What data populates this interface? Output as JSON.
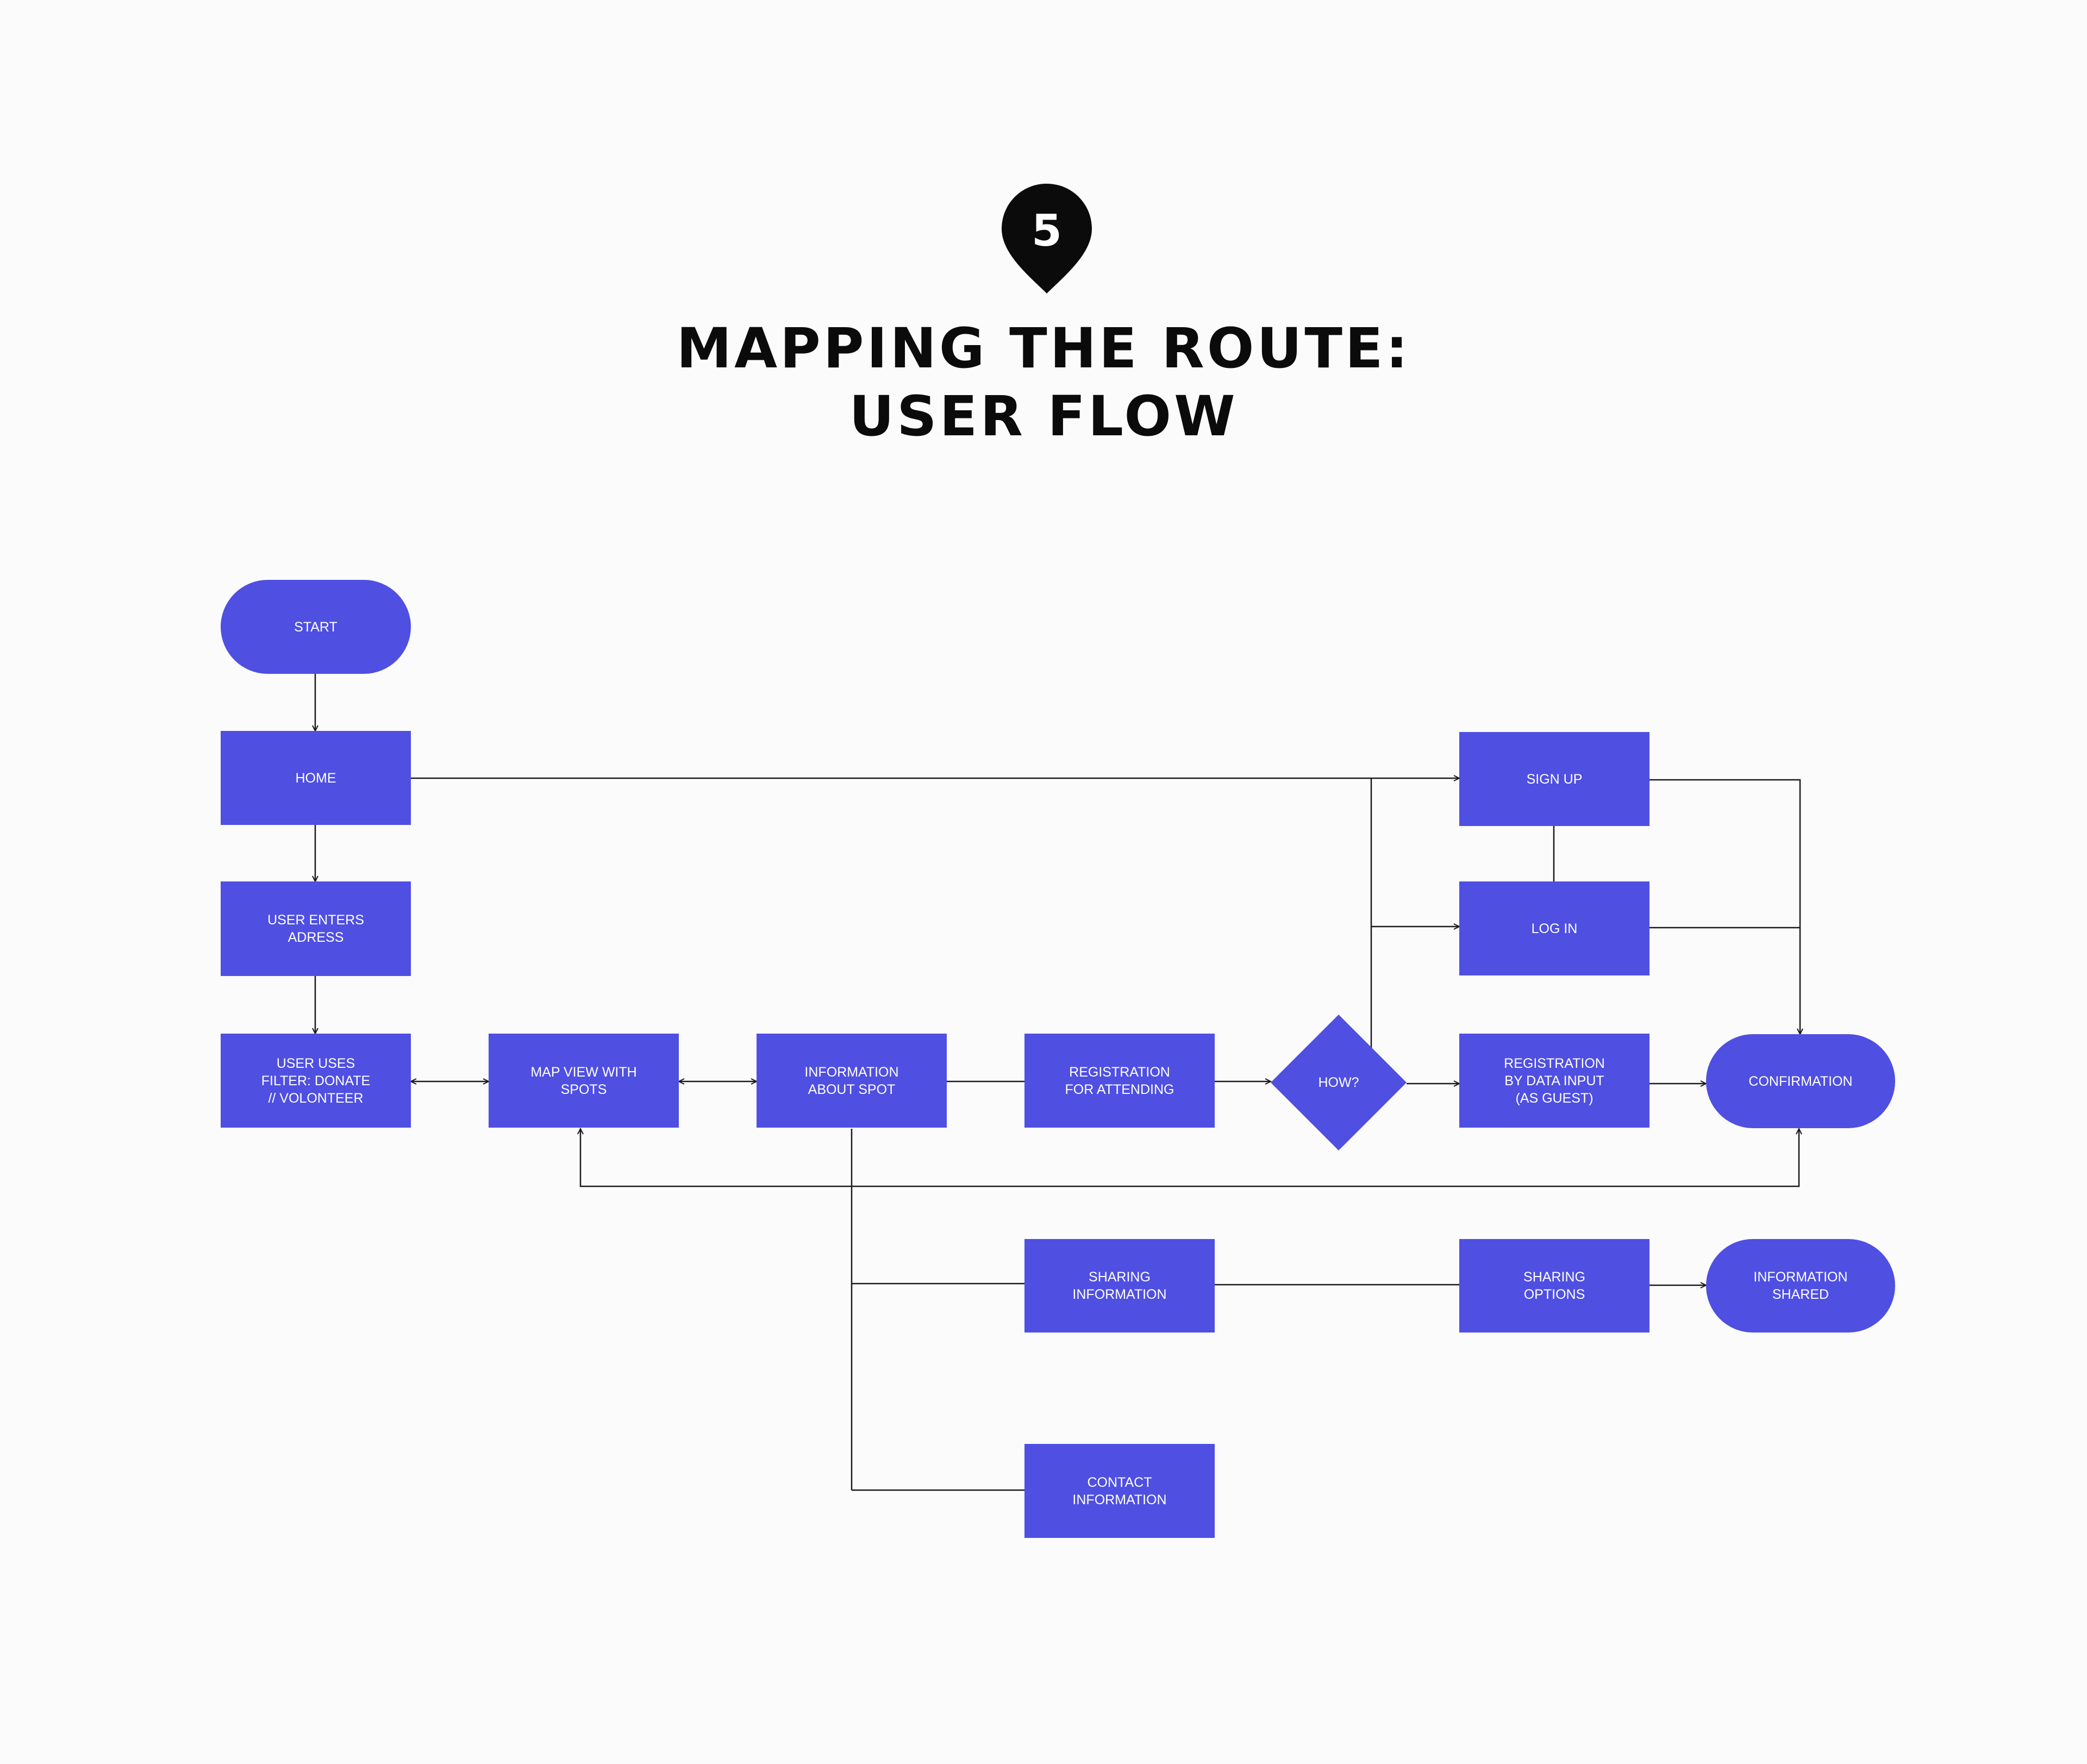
{
  "header": {
    "step_number": "5",
    "title_line1": "MAPPING THE ROUTE:",
    "title_line2": "USER FLOW"
  },
  "colors": {
    "node_fill": "#4f4fe2",
    "node_text": "#ffffff",
    "edge": "#1a1a1a",
    "background": "#fbfbfb",
    "title": "#0b0b0b"
  },
  "nodes": {
    "start": "START",
    "home": "HOME",
    "user_enters_address": "USER ENTERS\nADRESS",
    "user_uses_filter": "USER USES\nFILTER: DONATE\n// VOLONTEER",
    "map_view": "MAP VIEW WITH\nSPOTS",
    "information_about_spot": "INFORMATION\nABOUT SPOT",
    "registration_for_attending": "REGISTRATION\nFOR ATTENDING",
    "how": "HOW?",
    "sign_up": "SIGN UP",
    "log_in": "LOG IN",
    "registration_guest": "REGISTRATION\nBY DATA INPUT\n(AS GUEST)",
    "confirmation": "CONFIRMATION",
    "sharing_information": "SHARING\nINFORMATION",
    "sharing_options": "SHARING\nOPTIONS",
    "information_shared": "INFORMATION\nSHARED",
    "contact_information": "CONTACT\nINFORMATION"
  },
  "edges": [
    {
      "from": "START",
      "to": "HOME"
    },
    {
      "from": "HOME",
      "to": "USER ENTERS ADRESS"
    },
    {
      "from": "USER ENTERS ADRESS",
      "to": "USER USES FILTER"
    },
    {
      "from": "USER USES FILTER",
      "to": "MAP VIEW WITH SPOTS",
      "bidirectional": true
    },
    {
      "from": "MAP VIEW WITH SPOTS",
      "to": "INFORMATION ABOUT SPOT",
      "bidirectional": true
    },
    {
      "from": "INFORMATION ABOUT SPOT",
      "to": "REGISTRATION FOR ATTENDING"
    },
    {
      "from": "REGISTRATION FOR ATTENDING",
      "to": "HOW?"
    },
    {
      "from": "HOW?",
      "to": "SIGN UP"
    },
    {
      "from": "HOW?",
      "to": "LOG IN"
    },
    {
      "from": "HOW?",
      "to": "REGISTRATION BY DATA INPUT (AS GUEST)"
    },
    {
      "from": "HOME",
      "to": "SIGN UP"
    },
    {
      "from": "SIGN UP",
      "to": "CONFIRMATION"
    },
    {
      "from": "LOG IN",
      "to": "CONFIRMATION"
    },
    {
      "from": "REGISTRATION BY DATA INPUT (AS GUEST)",
      "to": "CONFIRMATION"
    },
    {
      "from": "CONFIRMATION",
      "to": "MAP VIEW WITH SPOTS",
      "bidirectional": true
    },
    {
      "from": "INFORMATION ABOUT SPOT",
      "to": "SHARING INFORMATION"
    },
    {
      "from": "INFORMATION ABOUT SPOT",
      "to": "CONTACT INFORMATION"
    },
    {
      "from": "SHARING INFORMATION",
      "to": "SHARING OPTIONS"
    },
    {
      "from": "SHARING OPTIONS",
      "to": "INFORMATION SHARED"
    }
  ]
}
